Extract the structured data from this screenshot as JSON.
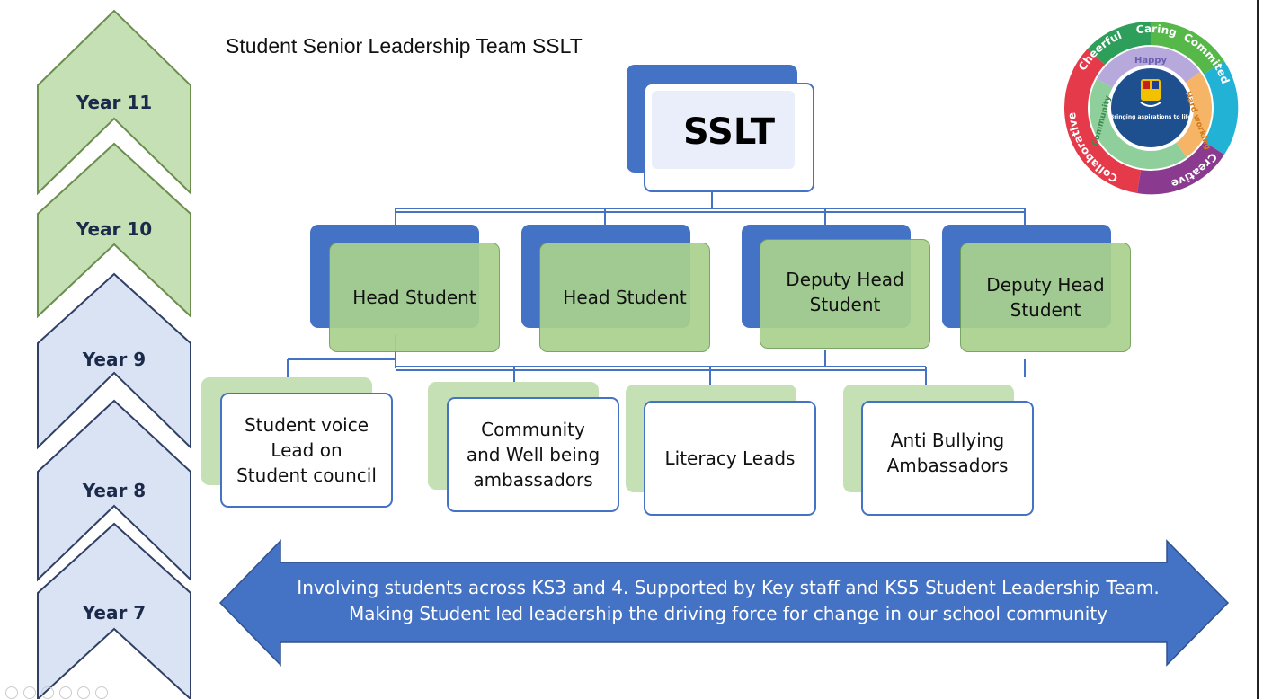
{
  "title": "Student Senior Leadership Team SSLT",
  "years": [
    "Year 11",
    "Year 10",
    "Year 9",
    "Year 8",
    "Year 7"
  ],
  "root": "SSLT",
  "level2": [
    "Head Student",
    "Head Student",
    "Deputy Head Student",
    "Deputy Head Student"
  ],
  "level3": [
    "Student voice\nLead on\nStudent council",
    "Community\nand Well being\nambassadors",
    "Literacy Leads",
    "Anti Bullying\nAmbassadors"
  ],
  "arrow_text_line1": "Involving students across KS3 and 4.  Supported by Key staff and KS5 Student Leadership Team.",
  "arrow_text_line2": "Making Student led leadership the driving force for change in our school community",
  "logo": {
    "center_text": "Bringing aspirations to life",
    "outer_words": [
      "Cheerful",
      "Caring",
      "Commited",
      "Creative",
      "Collaborative"
    ],
    "inner_words": [
      "Happy",
      "Hard working",
      "Community"
    ]
  },
  "colors": {
    "blue": "#4472c4",
    "green": "#a9d18e",
    "light_green": "#c5e0b4",
    "chevron_green": "#c5e0b4",
    "chevron_blue": "#dae3f3"
  }
}
